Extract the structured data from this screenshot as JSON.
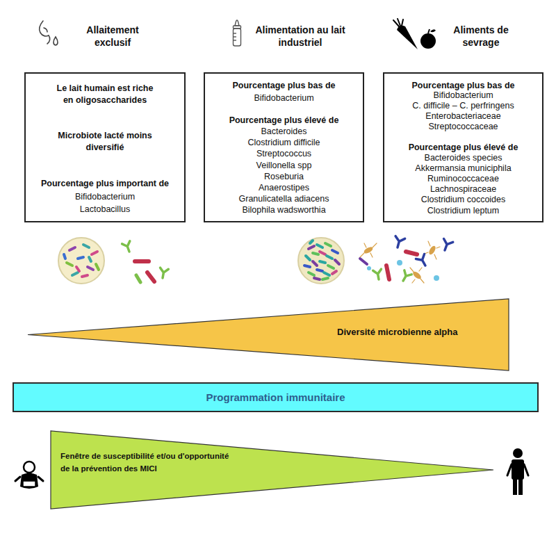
{
  "diagram": {
    "nodes": [
      {
        "text": [
          "Allaitement exclusif",
          "Le lait humain est riche en oligosaccharides",
          "Microbiote lacté moins diversifié",
          "Pourcentage plus important de",
          "Bifidobacterium",
          "Lactobacillus"
        ]
      },
      {
        "text": [
          "Alimentation au lait industriel",
          "Pourcentage plus bas de",
          "Bifidobacterium",
          "Pourcentage plus élevé de",
          "Bacteroides",
          "Clostridium difficile",
          "Streptococcus",
          "Veillonella spp",
          "Roseburia",
          "Anaerostipes",
          "Granulicatella adiacens",
          "Bilophila wadsworthia"
        ]
      },
      {
        "text": [
          "Aliments de sevrage",
          "Pourcentage plus bas de",
          "Bifidobacterium",
          "C. difficile – C. perfringens",
          "Enterobacteriaceae",
          "Streptococcaceae",
          "Pourcentage plus élevé de",
          "Bacteroides species",
          "Akkermansia municiphila",
          "Ruminococcaceae",
          "Lachnospiraceae",
          "Clostridium coccoides",
          "Clostridium leptum"
        ]
      },
      {
        "text": [
          "Diversité microbienne alpha"
        ]
      },
      {
        "text": [
          "Programmation immunitaire"
        ]
      },
      {
        "text": [
          "Fenêtre de susceptibilité et/ou d'opportunité de la prévention des MICI"
        ]
      }
    ]
  }
}
